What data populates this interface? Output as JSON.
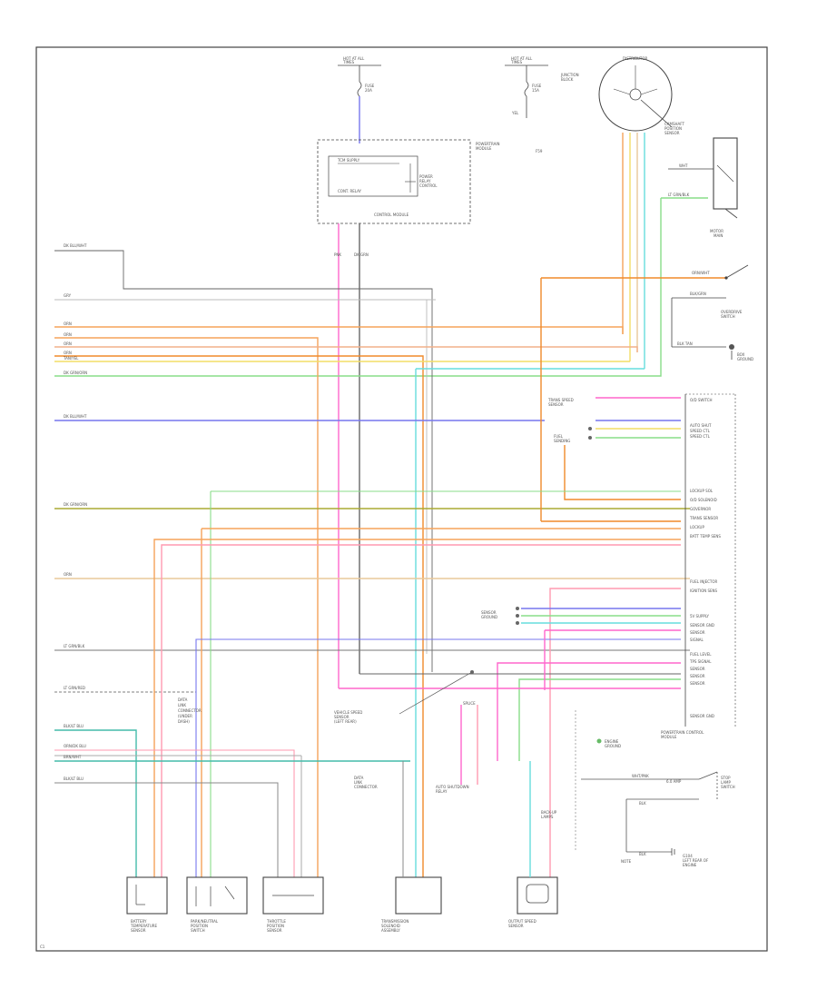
{
  "wires": {
    "orange": "#f5a35a",
    "orange_dark": "#f08a2a",
    "pink": "#ff66cc",
    "pink_light": "#ff9ab0",
    "yellow": "#f2dd66",
    "tan": "#e8c89a",
    "green": "#88dd88",
    "green_light": "#aaeeaa",
    "cyan": "#66dddd",
    "teal": "#44bbaa",
    "blue": "#7777ee",
    "violet": "#aa66dd",
    "olive": "#aaaa33",
    "gray": "#999999",
    "dark": "#555555",
    "line": "#444444"
  },
  "icons": [
    "ground-symbol",
    "switch-symbol",
    "sensor-symbol",
    "solenoid-symbol",
    "gear-symbol"
  ]
}
